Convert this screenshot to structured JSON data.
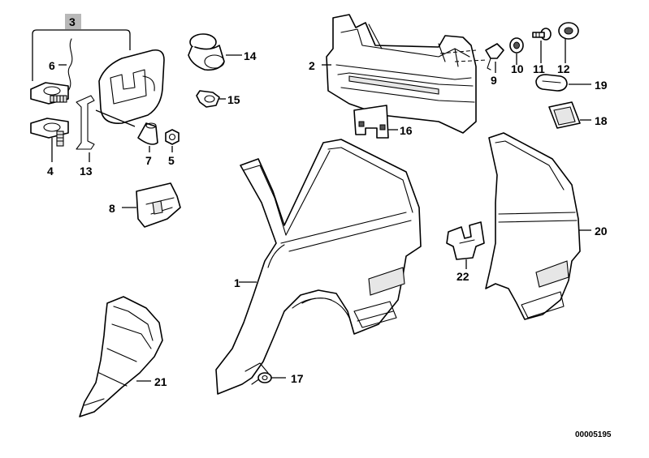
{
  "callouts": [
    {
      "num": "1"
    },
    {
      "num": "2"
    },
    {
      "num": "3"
    },
    {
      "num": "4"
    },
    {
      "num": "5"
    },
    {
      "num": "6"
    },
    {
      "num": "7"
    },
    {
      "num": "8"
    },
    {
      "num": "9"
    },
    {
      "num": "10"
    },
    {
      "num": "11"
    },
    {
      "num": "12"
    },
    {
      "num": "13"
    },
    {
      "num": "14"
    },
    {
      "num": "15"
    },
    {
      "num": "16"
    },
    {
      "num": "17"
    },
    {
      "num": "18"
    },
    {
      "num": "19"
    },
    {
      "num": "20"
    },
    {
      "num": "21"
    },
    {
      "num": "22"
    }
  ],
  "highlight_color": "#b8b8b8",
  "reference_number": "00005195"
}
